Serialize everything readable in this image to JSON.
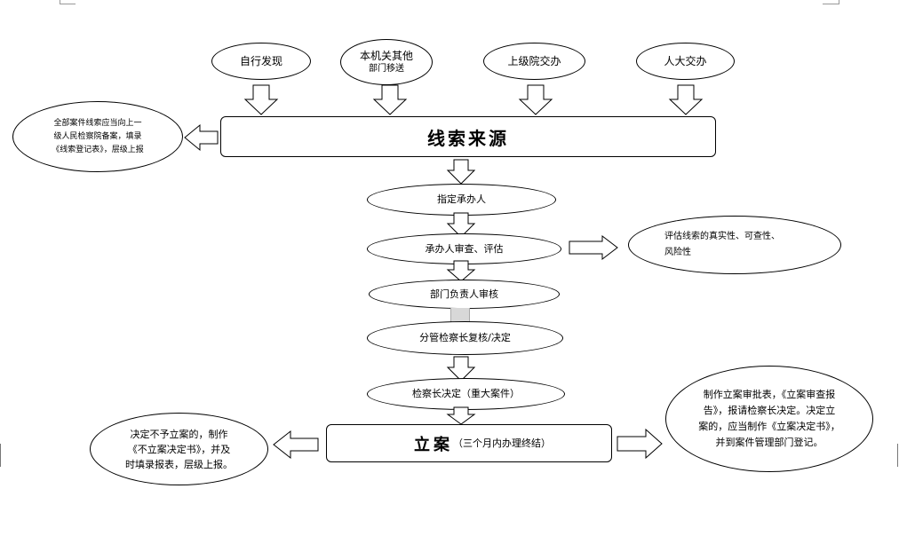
{
  "sources": {
    "self_found": "自行发现",
    "other_dept_line1": "本机关其他",
    "other_dept_line2": "部门移送",
    "upper_transfer": "上级院交办",
    "npc_transfer": "人大交办"
  },
  "clue_source": "线索来源",
  "left_note": {
    "line1": "全部案件线索应当向上一",
    "line2": "级人民检察院备案，填录",
    "line3": "《线索登记表》，层级上报"
  },
  "steps": {
    "assign": "指定承办人",
    "review": "承办人审查、评估",
    "dept_head": "部门负责人审核",
    "deputy": "分管检察长复核/决定",
    "chief": "检察长决定（重大案件）"
  },
  "right_note": {
    "line1": "评估线索的真实性、可查性、",
    "line2": "风险性"
  },
  "case_filing": {
    "title": "立案",
    "sub": "（三个月内办理终结）"
  },
  "no_case_note": {
    "line1": "决定不予立案的，制作",
    "line2": "《不立案决定书》，并及",
    "line3": "时填录报表，层级上报。"
  },
  "filing_note": {
    "line1": "制作立案审批表，《立案审查报",
    "line2": "告》，报请检察长决定。决定立",
    "line3": "案的，应当制作《立案决定书》，",
    "line4": "并到案件管理部门登记。"
  }
}
